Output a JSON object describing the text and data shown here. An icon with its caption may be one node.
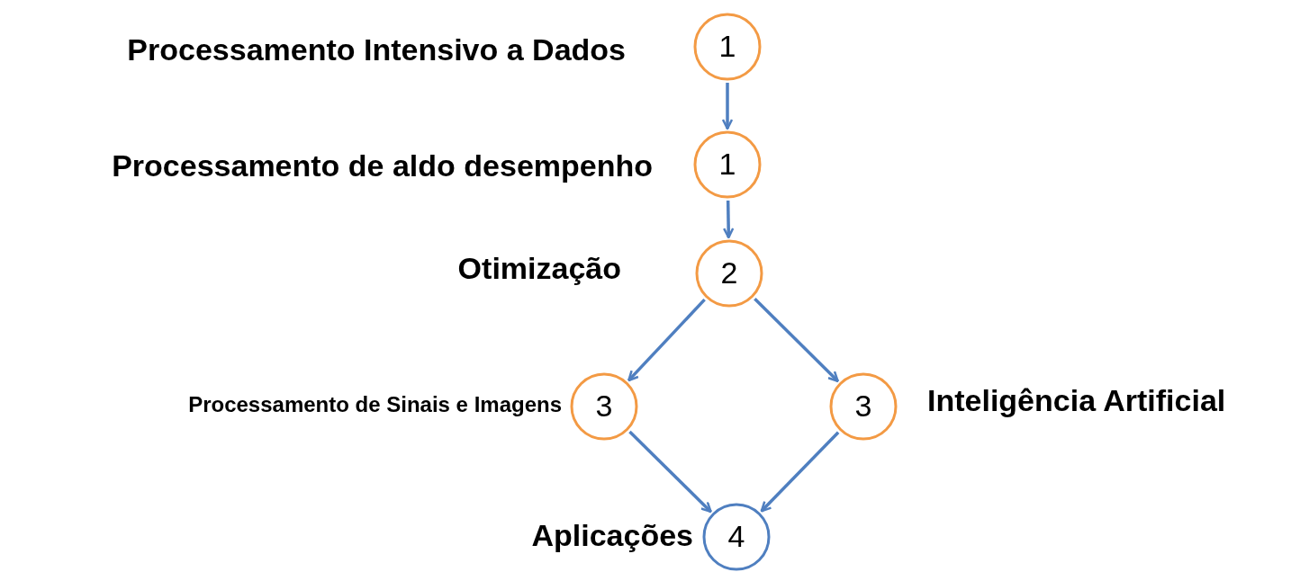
{
  "diagram": {
    "nodes": [
      {
        "text": [
          "1"
        ],
        "beside": [
          "Processamento Intensivo a Dados"
        ]
      },
      {
        "text": [
          "1"
        ],
        "beside": [
          "Processamento de aldo desempenho"
        ]
      },
      {
        "text": [
          "2"
        ],
        "beside": [
          "Otimização"
        ]
      },
      {
        "text": [
          "3"
        ],
        "beside": [
          "Processamento de Sinais e Imagens"
        ]
      },
      {
        "text": [
          "3"
        ],
        "beside": [
          "Inteligência Artificial"
        ]
      },
      {
        "text": [
          "4"
        ],
        "beside": [
          "Aplicações"
        ]
      }
    ],
    "edges": [
      {
        "from": 0,
        "to": 1,
        "arrow": "to"
      },
      {
        "from": 1,
        "to": 2,
        "arrow": "to"
      },
      {
        "from": 2,
        "to": 3,
        "arrow": "to"
      },
      {
        "from": 2,
        "to": 4,
        "arrow": "to"
      },
      {
        "from": 3,
        "to": 5,
        "arrow": "to"
      },
      {
        "from": 4,
        "to": 5,
        "arrow": "to"
      }
    ]
  }
}
